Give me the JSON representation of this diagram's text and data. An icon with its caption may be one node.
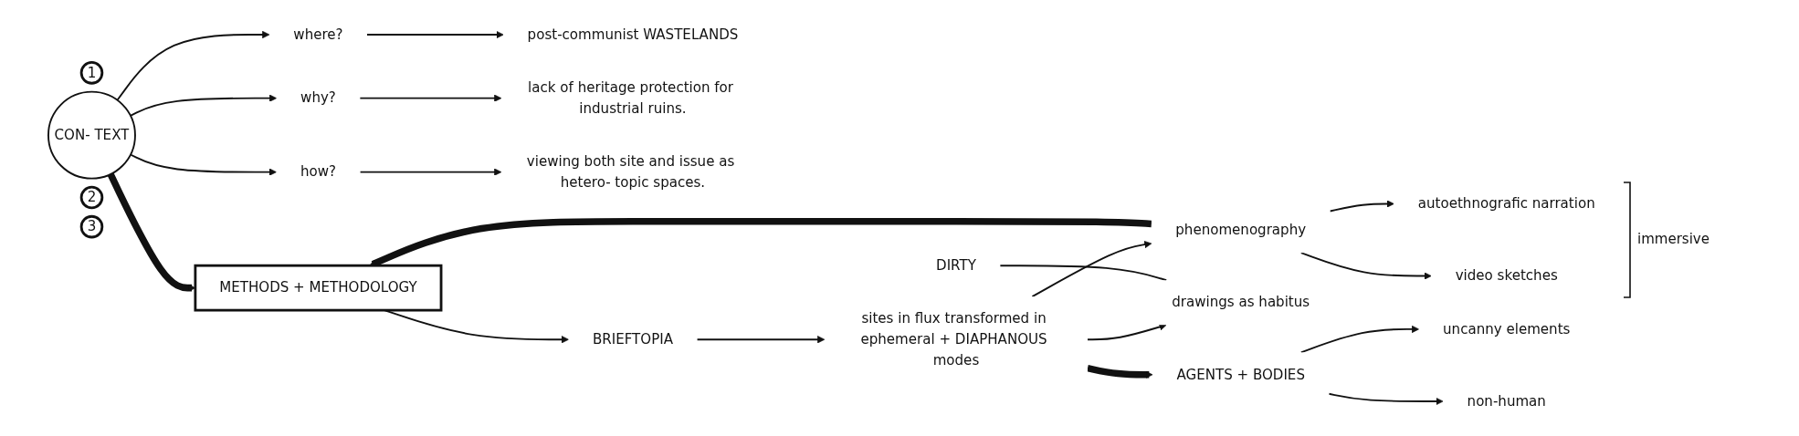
{
  "diagram": {
    "nodes": [
      {
        "text": [
          "1"
        ]
      },
      {
        "text": [
          "CON- TEXT"
        ]
      },
      {
        "text": [
          "where?"
        ]
      },
      {
        "text": [
          "post-communist WASTELANDS"
        ]
      },
      {
        "text": [
          "why?"
        ]
      },
      {
        "text": [
          "lack of heritage protection for industrial ruins."
        ]
      },
      {
        "text": [
          "how?"
        ]
      },
      {
        "text": [
          "viewing both site and issue as hetero- topic spaces."
        ]
      },
      {
        "text": [
          "2"
        ]
      },
      {
        "text": [
          "METHODS + METHODOLOGY"
        ]
      },
      {
        "text": [
          "BRIEFTOPIA"
        ]
      },
      {
        "text": [
          "sites in flux transformed in ephemeral + DIAPHANOUS modes"
        ]
      },
      {
        "text": [
          "phenomenography"
        ]
      },
      {
        "text": [
          "autoethnografic narration"
        ]
      },
      {
        "text": [
          "video sketches"
        ]
      },
      {
        "text": [
          "DIRTY"
        ]
      },
      {
        "text": [
          "drawings as habitus"
        ]
      },
      {
        "text": [
          "3"
        ]
      },
      {
        "text": [
          "AGENTS + BODIES"
        ]
      },
      {
        "text": [
          "uncanny elements"
        ]
      },
      {
        "text": [
          "non-human"
        ]
      }
    ],
    "edges": [
      {
        "from": 1,
        "to": 2,
        "arrow": "to"
      },
      {
        "from": 1,
        "to": 4,
        "arrow": "to"
      },
      {
        "from": 1,
        "to": 6,
        "arrow": "to"
      },
      {
        "from": 2,
        "to": 3,
        "arrow": "to"
      },
      {
        "from": 4,
        "to": 5,
        "arrow": "to"
      },
      {
        "from": 6,
        "to": 7,
        "arrow": "to"
      },
      {
        "from": 1,
        "to": 9,
        "arrow": "to",
        "style": "thick"
      },
      {
        "from": 9,
        "to": 10,
        "arrow": "to"
      },
      {
        "from": 10,
        "to": 11,
        "arrow": "to"
      },
      {
        "from": 11,
        "to": 12,
        "arrow": "to"
      },
      {
        "from": 11,
        "to": 16,
        "arrow": "to"
      },
      {
        "from": 12,
        "to": 13,
        "arrow": "to"
      },
      {
        "from": 12,
        "to": 14,
        "arrow": "to"
      },
      {
        "from": 15,
        "to": 16,
        "arrow": "none"
      },
      {
        "from": 12,
        "to": 9,
        "arrow": "to",
        "style": "thick"
      },
      {
        "from": 11,
        "to": 18,
        "arrow": "to",
        "style": "thick"
      },
      {
        "from": 18,
        "to": 19,
        "arrow": "to"
      },
      {
        "from": 18,
        "to": 20,
        "arrow": "to"
      }
    ],
    "labels": [
      "immersive"
    ]
  }
}
